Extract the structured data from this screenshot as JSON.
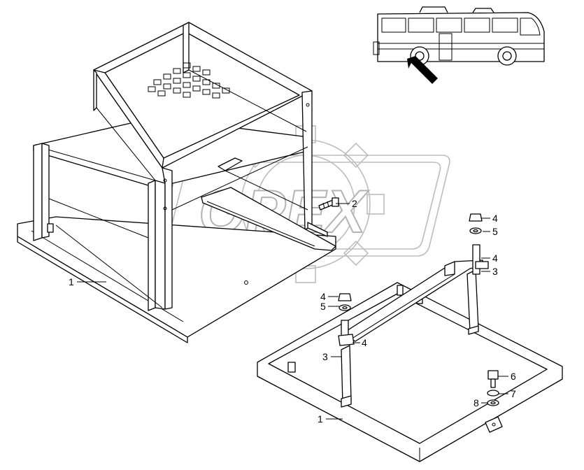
{
  "watermark": {
    "text": "OPEX",
    "color": "#b3b3b3"
  },
  "callouts": [
    {
      "id": "c1a",
      "label": "1"
    },
    {
      "id": "c2",
      "label": "2"
    },
    {
      "id": "c4a",
      "label": "4"
    },
    {
      "id": "c5a",
      "label": "5"
    },
    {
      "id": "c4b",
      "label": "4"
    },
    {
      "id": "c3a",
      "label": "3"
    },
    {
      "id": "c4c",
      "label": "4"
    },
    {
      "id": "c5b",
      "label": "5"
    },
    {
      "id": "c4d",
      "label": "4"
    },
    {
      "id": "c3b",
      "label": "3"
    },
    {
      "id": "c1b",
      "label": "1"
    },
    {
      "id": "c6",
      "label": "6"
    },
    {
      "id": "c7",
      "label": "7"
    },
    {
      "id": "c8",
      "label": "8"
    }
  ]
}
